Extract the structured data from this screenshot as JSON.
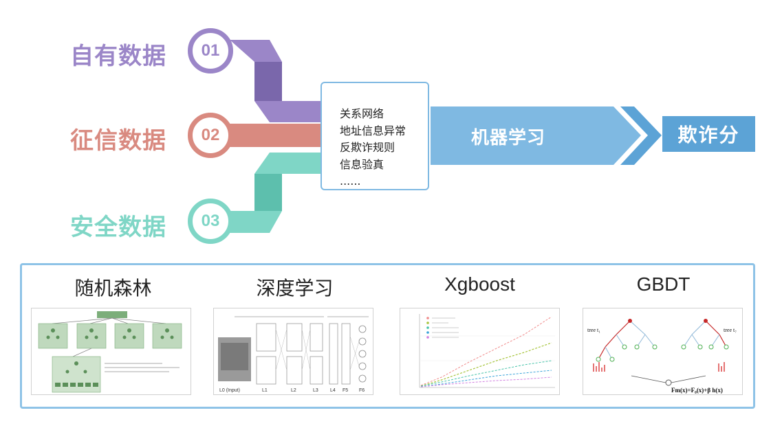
{
  "sources": [
    {
      "label": "自有数据",
      "number": "01",
      "color": "#9b86c8",
      "dark": "#7a67ab"
    },
    {
      "label": "征信数据",
      "number": "02",
      "color": "#d98a80",
      "dark": "#c46f64"
    },
    {
      "label": "安全数据",
      "number": "03",
      "color": "#7fd6c6",
      "dark": "#5dbfad"
    }
  ],
  "features": [
    "关系网络",
    "地址信息异常",
    "反欺诈规则",
    "信息验真",
    "......"
  ],
  "ml_label": "机器学习",
  "result_label": "欺诈分",
  "models": [
    {
      "title": "随机森林",
      "image": "random-forest-diagram"
    },
    {
      "title": "深度学习",
      "image": "deep-network-diagram",
      "captions": [
        "L0 (Input)",
        "L1",
        "L2",
        "L3",
        "L4",
        "F5",
        "F6"
      ]
    },
    {
      "title": "Xgboost",
      "image": "xgboost-line-plot"
    },
    {
      "title": "GBDT",
      "image": "gbdt-tree-diagram",
      "captions": [
        "tree t₁",
        "tree t₇",
        "Fm(x)=F₀(x)+β h(x)"
      ]
    }
  ],
  "colors": {
    "arrow_light": "#7fb9e2",
    "arrow_dark": "#5ca3d6",
    "panel_border": "#8ec3e7"
  }
}
